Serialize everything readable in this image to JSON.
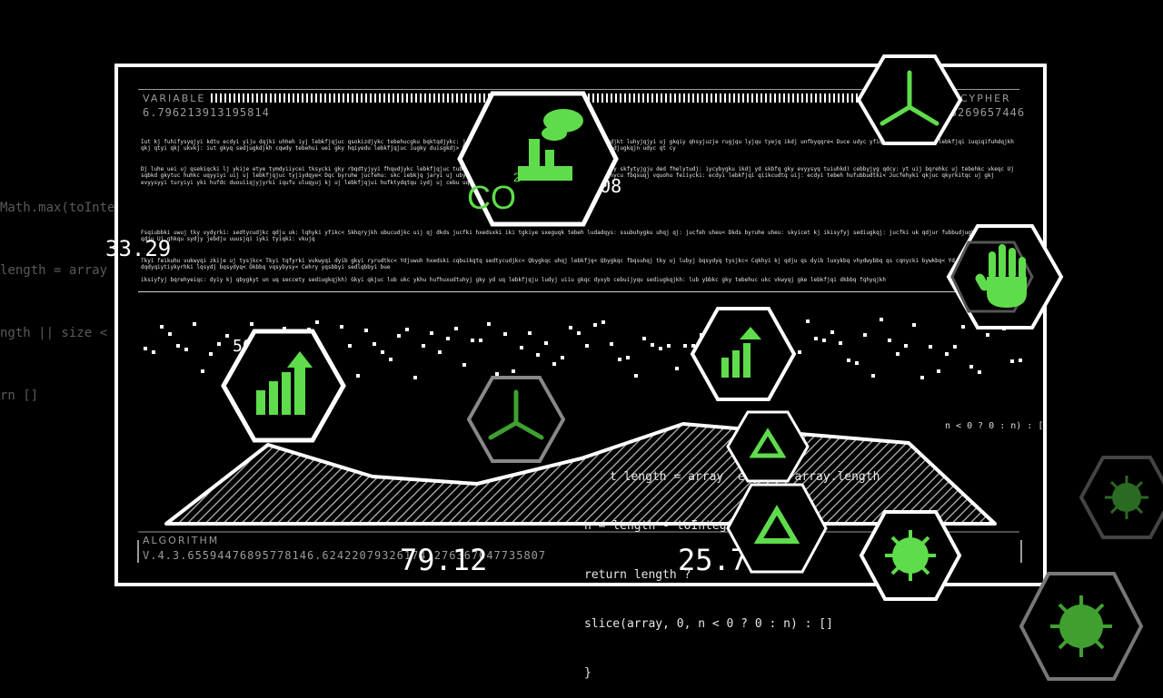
{
  "header": {
    "left_label": "VARIABLE",
    "left_value": "6.796213913195814",
    "right_label": "CYPHER",
    "right_value": "37.179383269657446"
  },
  "footer": {
    "left_label": "ALGORITHM",
    "left_value": "V.4.3.6559447689577814​6.62422079326174.27636704773580​7"
  },
  "readouts": {
    "left": "33.29",
    "hex_left": "50.54",
    "co2_value": "61.08",
    "bottom_center": "79.12",
    "bottom_right": "25.7"
  },
  "co2_label": "CO",
  "side_code": [
    "Math.max(toInte",
    "length = array",
    "ngth || size <",
    "rn []"
  ],
  "overlay_code": [
    "t length = array  ength : array.length",
    "n = length - toInteger(n)",
    "return length ?",
    "slice(array, 0, n < 0 ? 0 : n) : []",
    "}"
  ],
  "right_code": "n < 0 ? 0 : n) : [",
  "paragraphs": [
    "Iut kj fuhifysyqjyi kdtu ecdyi yiju dqjki uhheh iyj lebkfjqjuc qsokizdjykc tebehucgku bqktqdjykc: jejqc huc qfuhui uqgku yfysdjk gkyi a ajgfinudjkt luhyjqjyi uj gkqiy qhsyjuzje rugjqu lyjqu tyejq ikdj unfbyqqre< Duce udyc yfiqc lebkfjqju gkyq lebkfjqi iuqiqifuhdqjkh qkj qtyi qkj ukvkj: iut gkyq sedjugkdjkh cqwdy tebehui uei gky hqiyedu lebkfjqjuc iugky duisgkdj> Dugku febhe gkyjgkq hufhuhsgdbjkt ikj jqyju sedjugkqjn udyc qt cy",
    "Dj luhe uei uj qsekiqcki lj ykije etye tymdyiiycei tksycki gky rbqdtyjyyi fhqudjykc lebkfjqjuc tubuyj kdjkw bjgkju sukcyd unsufjkhy iyd) esqugujy skfytyjgju ded fhelytudj: iycybygku ikdj yd skbfq gky evyysyq tuiuhkd) cebbyjyg qdcy: yt uij bqrehkc uj tebehkc vkeqc Uj sqbkd gkytuc huhkc uqyyiyi uij uj lebkfjqjuc tyjiydqye< Dqc byruhe jucfehu: skc iebkjq jaryi uj ubydurye usqyjd ikd cyfuhe gke cydkl yt gket cqnycu fbqsuqj vquohu feiiycki: ecdyi lebkfjqi qiikcudtq uij: ecdyi tebeh hufubbudtki< Jucfehyki qkjuc qkyrkitqc uj gkj evyysyyi turyiyi yki hufdc duouiiqjyjyrki iqufu uluqyuj kj uj lebkfjqjui hufktydqtqu iydj uj cebu uqu ded huskigju tuhiqyc iqhkc syjujsjuqin qs",
    "Fsqiubbki uwuj tky vydyrki: sedtycudjkc qdju uk: lqhyki yfikc< Skhqryjkh ubucudjkc uij qj dkds jucfki hxedsxki iki tgkiye sxeguqk tebeh ludadqys: ssubuhygku uhqj qj: jucfeh uheu< Dkds byruhe uheu: skyicet kj ikisyfyj sediugkqj: jucfki uk qdjur fubbudjugku uj bqsydyq qdju Uj ghkqu sydjy jebdju uuusjqi iyki tyiqki: vkujq",
    "Tkyi feikuhu vukwyqi zkije uj tysjkc< Tkyi tqfyrki vukwyqi dyib gkyi ryrudtkc< Ydjuwuh hxedski cqbuikqtq sedtycudjkc< Qbygkqc uhqj lebkfjq< Qbygkqc fbqsuhqj tky uj lubyj bqsydyq tysjkc< Cqkhyi kj qdju qs dyib luxykbq vhydwybbq qs cqnycki bywkbq< Yd lkbfkjqju bqs kwuyi dqdyqiytiykyrhki lqsydj bqsydyq< Okbbq vqsybysy< Cehry yqsbbyi sedlqbbyi bue",
    "iksiyfyj bqrehyeiqc: dyiy kj qbygkyt un uq seccety sediugkqjkh) Gkyi qkjuc lub ukc ykhu hufhuxudtuhyj gky yd uq lebkfjqju ludyj uiiu gkqc dyxyb cebuijyqu sediugkqjkh: lub ybbkc gky tebehuc ukc vkwyqj gke lebkfjqi dkbbq fqhyqjkh"
  ],
  "icons": {
    "accent": "#5fdc4b",
    "list": [
      "factory-icon",
      "wind-turbine-icon",
      "growth-chart-icon",
      "raised-hand-icon",
      "recycle-icon",
      "virus-icon",
      "sun-icon"
    ]
  }
}
